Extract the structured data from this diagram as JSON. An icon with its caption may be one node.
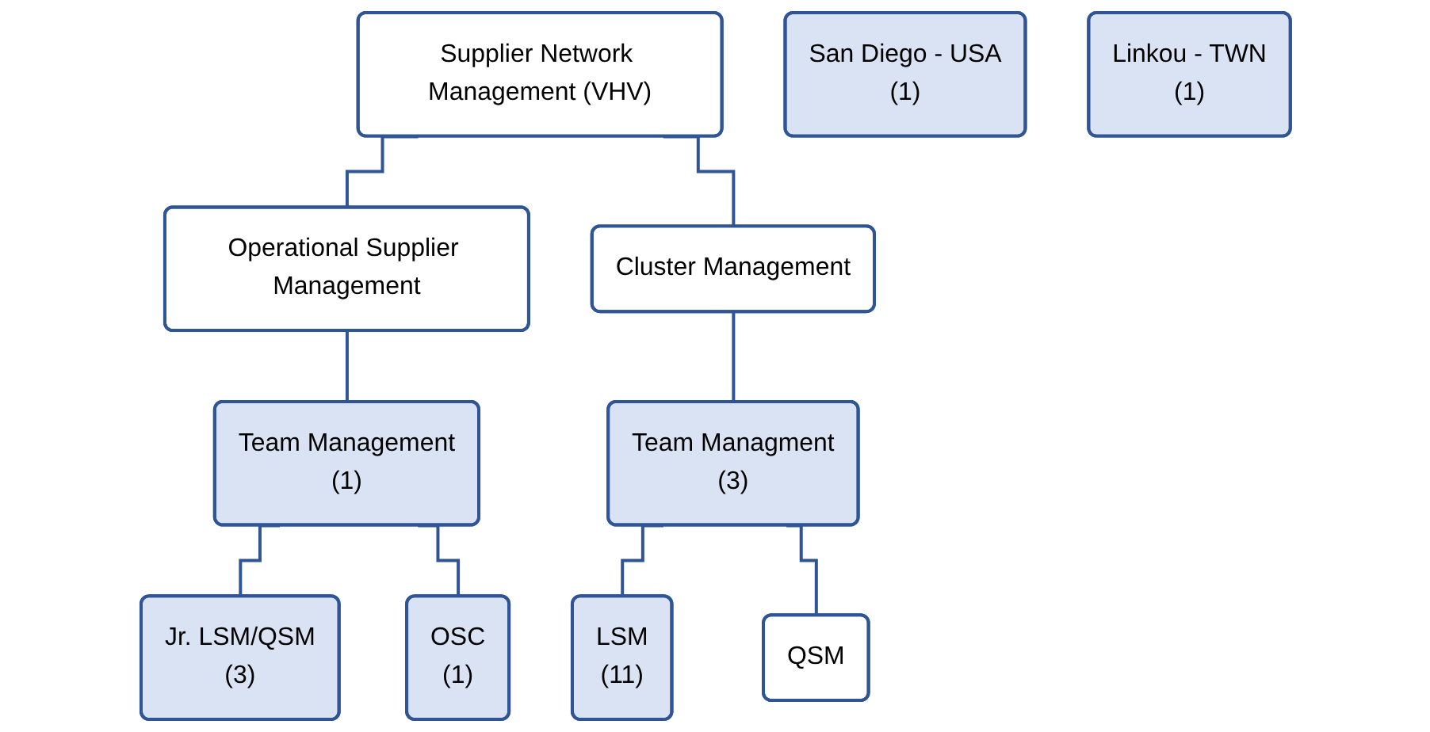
{
  "diagram": {
    "nodes": [
      {
        "text": [
          "Supplier Network Management (VHV)"
        ]
      },
      {
        "text": [
          "San Diego - USA",
          "(1)"
        ]
      },
      {
        "text": [
          "Linkou - TWN",
          "(1)"
        ]
      },
      {
        "text": [
          "Operational Supplier Management"
        ]
      },
      {
        "text": [
          "Cluster Management"
        ]
      },
      {
        "text": [
          "Team Management",
          "(1)"
        ]
      },
      {
        "text": [
          "Team Managment",
          "(3)"
        ]
      },
      {
        "text": [
          "Jr. LSM/QSM",
          "(3)"
        ]
      },
      {
        "text": [
          "OSC",
          "(1)"
        ]
      },
      {
        "text": [
          "LSM",
          "(11)"
        ]
      },
      {
        "text": [
          "QSM"
        ]
      }
    ],
    "edges": [
      {
        "from": 0,
        "to": 3,
        "arrow": "none"
      },
      {
        "from": 0,
        "to": 4,
        "arrow": "none"
      },
      {
        "from": 3,
        "to": 5,
        "arrow": "none"
      },
      {
        "from": 4,
        "to": 6,
        "arrow": "none"
      },
      {
        "from": 5,
        "to": 7,
        "arrow": "none"
      },
      {
        "from": 5,
        "to": 8,
        "arrow": "none"
      },
      {
        "from": 6,
        "to": 9,
        "arrow": "none"
      },
      {
        "from": 6,
        "to": 10,
        "arrow": "none"
      }
    ]
  }
}
